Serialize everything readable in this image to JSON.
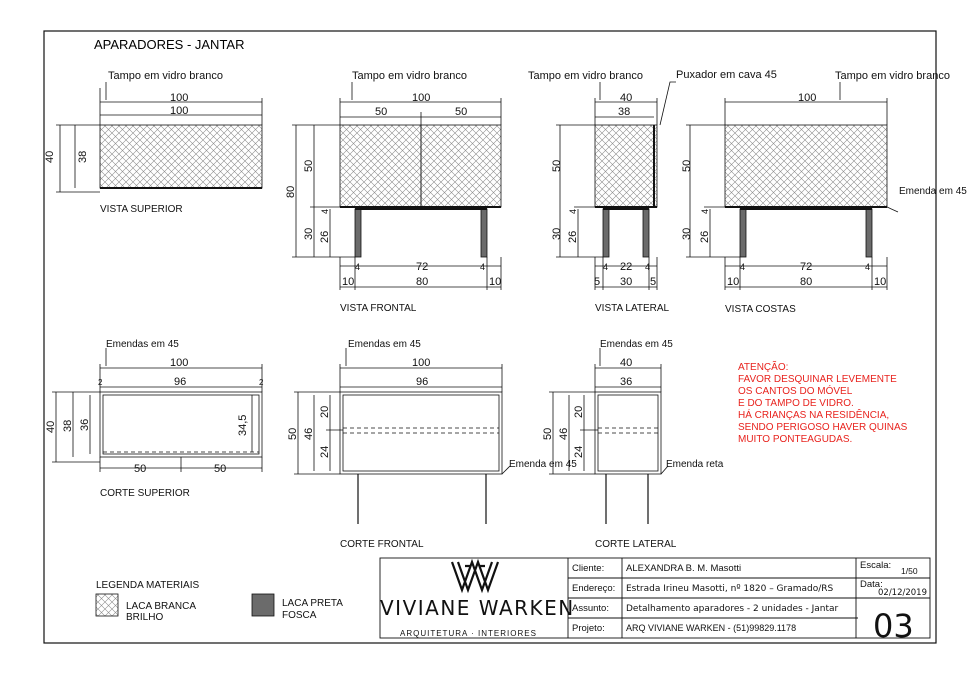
{
  "sheet": {
    "title": "APARADORES - JANTAR",
    "sheet_number": "03"
  },
  "views": {
    "top": {
      "caption": "VISTA SUPERIOR",
      "note": "Tampo em vidro branco",
      "dim_outer": "100",
      "dim_inner": "100",
      "dim_depth": "40",
      "dim_depth_inner": "38"
    },
    "front": {
      "caption": "VISTA FRONTAL",
      "note": "Tampo em vidro branco",
      "dim_total": "100",
      "dim_left": "50",
      "dim_right": "50",
      "dim_height": "80",
      "dim_body": "50",
      "dim_base": "30",
      "dim_leg": "26",
      "dim_gap": "4",
      "dim_legs_span": "72",
      "dim_legs_outer": "80",
      "dim_side_left": "10",
      "dim_side_right": "10",
      "dim_leg_w_left": "4",
      "dim_leg_w_right": "4"
    },
    "side": {
      "caption": "VISTA LATERAL",
      "note_top": "Tampo em vidro branco",
      "note_handle": "Puxador em cava 45",
      "dim_total": "40",
      "dim_inner": "38",
      "dim_body": "50",
      "dim_base": "30",
      "dim_leg": "26",
      "dim_gap": "4",
      "dim_span": "22",
      "dim_outer": "30",
      "dim_side_left": "5",
      "dim_side_right": "5",
      "dim_leg_w_left": "4",
      "dim_leg_w_right": "4"
    },
    "back": {
      "caption": "VISTA COSTAS",
      "note_top": "Tampo em vidro branco",
      "note_joint": "Emenda em 45",
      "dim_total": "100",
      "dim_body": "50",
      "dim_base": "30",
      "dim_leg": "26",
      "dim_gap": "4",
      "dim_legs_span": "72",
      "dim_legs_outer": "80",
      "dim_side_left": "10",
      "dim_side_right": "10",
      "dim_leg_w_left": "4",
      "dim_leg_w_right": "4"
    }
  },
  "sections": {
    "top": {
      "caption": "CORTE SUPERIOR",
      "note": "Emendas em 45",
      "dim_outer": "100",
      "dim_inner": "96",
      "dim_depth": "40",
      "dim_depth_inner": "38",
      "dim_depth_clear": "36",
      "dim_shelf": "34,5",
      "dim_half_left": "50",
      "dim_half_right": "50",
      "dim_corner_a": "2",
      "dim_corner_b": "2"
    },
    "front": {
      "caption": "CORTE FRONTAL",
      "note_top": "Emendas em 45",
      "note_joint": "Emenda em 45",
      "dim_outer": "100",
      "dim_inner": "96",
      "dim_height": "50",
      "dim_inner_h": "46",
      "dim_upper": "20",
      "dim_lower": "24"
    },
    "side": {
      "caption": "CORTE LATERAL",
      "note_top": "Emendas em 45",
      "note_joint": "Emenda reta",
      "dim_outer": "40",
      "dim_inner": "36",
      "dim_height": "50",
      "dim_inner_h": "46",
      "dim_upper": "20",
      "dim_lower": "24"
    }
  },
  "warning": {
    "lines": [
      "ATENÇÃO:",
      "FAVOR DESQUINAR LEVEMENTE",
      "OS CANTOS DO MÓVEL",
      "E DO TAMPO DE VIDRO.",
      "HÁ CRIANÇAS NA RESIDÊNCIA,",
      "SENDO PERIGOSO HAVER QUINAS",
      "MUITO PONTEAGUDAS."
    ],
    "color": "#e8231e"
  },
  "legend": {
    "title": "LEGENDA MATERIAIS",
    "item1_line1": "LACA BRANCA",
    "item1_line2": "BRILHO",
    "item2_line1": "LACA PRETA",
    "item2_line2": "FOSCA",
    "item2_color": "#6b6b6b"
  },
  "title_block": {
    "brand": "VIVIANE WARKEN",
    "brand_sub": "ARQUITETURA · INTERIORES",
    "labels": {
      "client": "Cliente:",
      "address": "Endereço:",
      "subject": "Assunto:",
      "project": "Projeto:",
      "scale": "Escala:",
      "date": "Data:"
    },
    "client": "ALEXANDRA B. M. Masotti",
    "address": "Estrada Irineu Masotti, nº 1820 – Gramado/RS",
    "subject": "Detalhamento aparadores - 2 unidades - Jantar",
    "project": "ARQ VIVIANE WARKEN -  (51)99829.1178",
    "scale": "1/50",
    "date": "02/12/2019"
  }
}
